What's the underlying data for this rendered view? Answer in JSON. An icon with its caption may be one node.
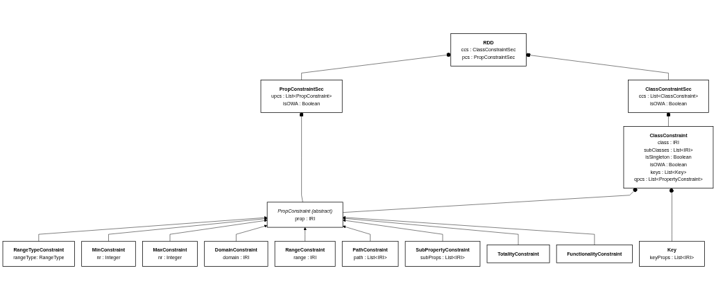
{
  "diagram": {
    "nodes": [
      {
        "text": [
          "RDD",
          "ccs : ClassConstraintSec",
          "pcs : PropConstraintSec"
        ]
      },
      {
        "text": [
          "ClassConstraintSec",
          "ccs : List<ClassConstraint>",
          "isOWA : Boolean"
        ]
      },
      {
        "text": [
          "PropConstraintSec",
          "upcs : List<PropConstraint>",
          "isOWA : Boolean"
        ]
      },
      {
        "text": [
          "RangeTypeConstraint",
          "rangeType: RangeType"
        ]
      },
      {
        "text": [
          "MinConstraint",
          "nr : Integer"
        ]
      },
      {
        "text": [
          "MaxConstraint",
          "nr : Integer"
        ]
      },
      {
        "text": [
          "ClassConstraint",
          "class : IRI",
          "subClasses : List<IRI>",
          "isSingleton : Boolean",
          "isOWA : Boolean",
          "keys : List<Key>",
          "qpcs : List<PropertyConstraint>"
        ]
      },
      {
        "text": [
          "DomainConstraint",
          "domain : IRI"
        ]
      },
      {
        "text": [
          "PropConstraint (abstract)",
          "prop : IRI"
        ]
      },
      {
        "text": [
          "RangeConstraint",
          "range : IRI"
        ]
      },
      {
        "text": [
          "TotalityConstraint"
        ]
      },
      {
        "text": [
          "PathConstraint",
          "path : List<IRI>"
        ]
      },
      {
        "text": [
          "Key",
          "keyProps : List<IRI>"
        ]
      },
      {
        "text": [
          "FunctionalityConstraint"
        ]
      },
      {
        "text": [
          "SubPropertyConstraint",
          "subProps : List<IRI>"
        ]
      }
    ],
    "edges": [
      {
        "from": 1,
        "to": 0,
        "arrow": "other"
      },
      {
        "from": 2,
        "to": 0,
        "arrow": "other"
      },
      {
        "from": 6,
        "to": 1,
        "arrow": "other"
      },
      {
        "from": 8,
        "to": 2,
        "arrow": "other"
      },
      {
        "from": 8,
        "to": 6,
        "arrow": "other"
      },
      {
        "from": 12,
        "to": 6,
        "arrow": "other"
      },
      {
        "from": 3,
        "to": 8,
        "arrow": "to"
      },
      {
        "from": 4,
        "to": 8,
        "arrow": "to"
      },
      {
        "from": 5,
        "to": 8,
        "arrow": "to"
      },
      {
        "from": 7,
        "to": 8,
        "arrow": "to"
      },
      {
        "from": 9,
        "to": 8,
        "arrow": "to"
      },
      {
        "from": 11,
        "to": 8,
        "arrow": "to"
      },
      {
        "from": 14,
        "to": 8,
        "arrow": "to"
      },
      {
        "from": 10,
        "to": 8,
        "arrow": "to"
      },
      {
        "from": 13,
        "to": 8,
        "arrow": "to"
      }
    ]
  }
}
